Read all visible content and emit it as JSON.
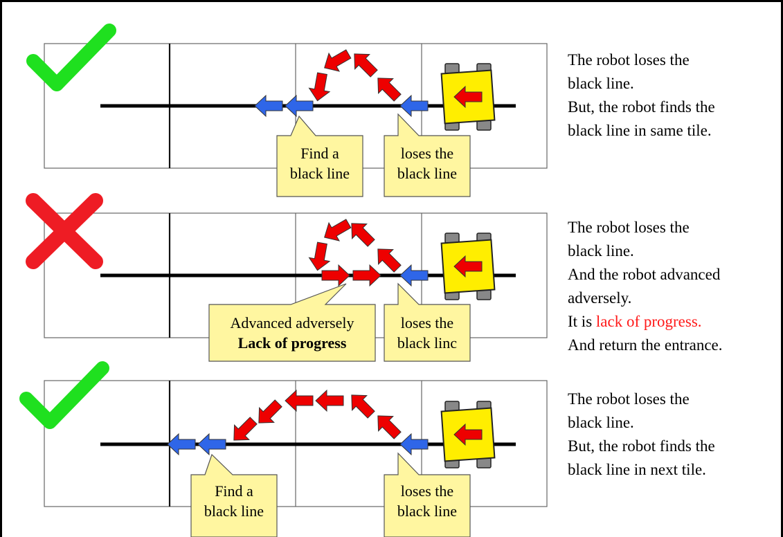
{
  "colors": {
    "check": "#1fe01f",
    "cross": "#ee1c24",
    "arrow_red": "#ee0000",
    "arrow_blue": "#2f66e8",
    "callout_fill": "#fff6a0",
    "robot_body": "#ffee00",
    "track_line": "#000000"
  },
  "icons": [
    "checkmark-icon",
    "cross-icon",
    "checkmark-icon"
  ],
  "panels": [
    {
      "status_icon": "checkmark-icon",
      "callouts": [
        {
          "line1": "Find a",
          "line2": "black line"
        },
        {
          "line1": "loses the",
          "line2": "black line"
        }
      ],
      "description": {
        "lines": [
          "The robot loses the",
          "black line.",
          "But, the robot finds the",
          "black line in same tile."
        ]
      }
    },
    {
      "status_icon": "cross-icon",
      "callouts": [
        {
          "line1": "Advanced adversely",
          "line2": "Lack of progress"
        },
        {
          "line1": "loses the",
          "line2": "black linc"
        }
      ],
      "description": {
        "lines": [
          "The robot loses the",
          "black line.",
          "And the robot advanced",
          "adversely."
        ],
        "line5_prefix": "It is ",
        "line5_highlight": "lack of progress.",
        "line6": "And return the entrance."
      }
    },
    {
      "status_icon": "checkmark-icon",
      "callouts": [
        {
          "line1": "Find a",
          "line2": "black line"
        },
        {
          "line1": "loses the",
          "line2": "black line"
        }
      ],
      "description": {
        "lines": [
          "The robot loses the",
          "black line.",
          "But, the robot finds the",
          "black line in next tile."
        ]
      }
    }
  ]
}
